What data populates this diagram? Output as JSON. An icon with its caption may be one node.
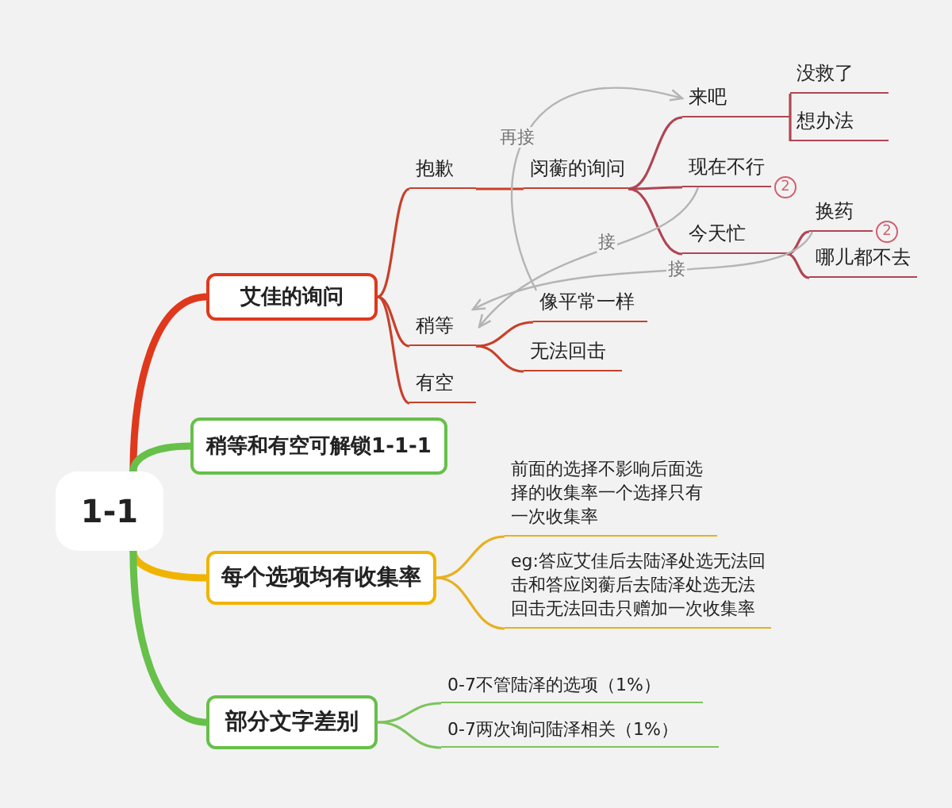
{
  "diagram": {
    "nodes": [
      {
        "text": [
          "1-1"
        ]
      },
      {
        "text": [
          "艾佳的询问"
        ]
      },
      {
        "text": [
          "抱歉"
        ]
      },
      {
        "text": [
          "闵蘅的询问"
        ]
      },
      {
        "text": [
          "来吧"
        ]
      },
      {
        "text": [
          "没救了"
        ]
      },
      {
        "text": [
          "想办法"
        ]
      },
      {
        "text": [
          "现在不行"
        ],
        "beside": [
          "2"
        ]
      },
      {
        "text": [
          "今天忙"
        ]
      },
      {
        "text": [
          "换药"
        ],
        "beside": [
          "2"
        ]
      },
      {
        "text": [
          "哪儿都不去"
        ]
      },
      {
        "text": [
          "稍等"
        ]
      },
      {
        "text": [
          "像平常一样"
        ]
      },
      {
        "text": [
          "无法回击"
        ]
      },
      {
        "text": [
          "有空"
        ]
      },
      {
        "text": [
          "稍等和有空可解锁1-1-1"
        ]
      },
      {
        "text": [
          "每个选项均有收集率"
        ]
      },
      {
        "text": [
          "前面的选择不影响后面选择的收集率一个选择只有一次收集率"
        ]
      },
      {
        "text": [
          "eg:答应艾佳后去陆泽处选无法回击和答应闵蘅后去陆泽处选无法回击无法回击只赠加一次收集率"
        ]
      },
      {
        "text": [
          "部分文字差别"
        ]
      },
      {
        "text": [
          "0-7不管陆泽的选项（1%）"
        ]
      },
      {
        "text": [
          "0-7两次询问陆泽相关（1%）"
        ]
      }
    ],
    "edges": [
      {
        "from": 0,
        "to": 1,
        "arrow": "none",
        "style": "thick",
        "color": "#e0381c"
      },
      {
        "from": 1,
        "to": 2,
        "arrow": "none",
        "color": "#c8402a"
      },
      {
        "from": 2,
        "to": 3,
        "arrow": "none",
        "color": "#c8402a"
      },
      {
        "from": 3,
        "to": 4,
        "arrow": "none",
        "color": "#b04553"
      },
      {
        "from": 4,
        "to": 5,
        "arrow": "none",
        "color": "#b04553"
      },
      {
        "from": 4,
        "to": 6,
        "arrow": "none",
        "color": "#b04553"
      },
      {
        "from": 3,
        "to": 7,
        "arrow": "none",
        "color": "#b04553"
      },
      {
        "from": 3,
        "to": 8,
        "arrow": "none",
        "color": "#b04553"
      },
      {
        "from": 8,
        "to": 9,
        "arrow": "none",
        "color": "#b04553"
      },
      {
        "from": 8,
        "to": 10,
        "arrow": "none",
        "color": "#b04553"
      },
      {
        "from": 1,
        "to": 11,
        "arrow": "none",
        "color": "#c8402a"
      },
      {
        "from": 11,
        "to": 12,
        "arrow": "none",
        "color": "#c8402a"
      },
      {
        "from": 11,
        "to": 13,
        "arrow": "none",
        "color": "#c8402a"
      },
      {
        "from": 1,
        "to": 14,
        "arrow": "none",
        "color": "#c8402a"
      },
      {
        "from": 0,
        "to": 15,
        "arrow": "none",
        "style": "thick",
        "color": "#66c04a"
      },
      {
        "from": 0,
        "to": 16,
        "arrow": "none",
        "style": "thick",
        "color": "#f0b400"
      },
      {
        "from": 16,
        "to": 17,
        "arrow": "none",
        "color": "#e8b020"
      },
      {
        "from": 16,
        "to": 18,
        "arrow": "none",
        "color": "#e8b020"
      },
      {
        "from": 0,
        "to": 19,
        "arrow": "none",
        "style": "thick",
        "color": "#66c04a"
      },
      {
        "from": 19,
        "to": 20,
        "arrow": "none",
        "color": "#7cc45c"
      },
      {
        "from": 19,
        "to": 21,
        "arrow": "none",
        "color": "#7cc45c"
      },
      {
        "from": 12,
        "to": 4,
        "arrow": "to",
        "label": "再接",
        "color": "#b4b4b4"
      },
      {
        "from": 7,
        "to": 11,
        "arrow": "to",
        "label": "接",
        "color": "#b4b4b4"
      },
      {
        "from": 9,
        "to": 11,
        "arrow": "to",
        "label": "接",
        "color": "#b4b4b4"
      }
    ]
  }
}
